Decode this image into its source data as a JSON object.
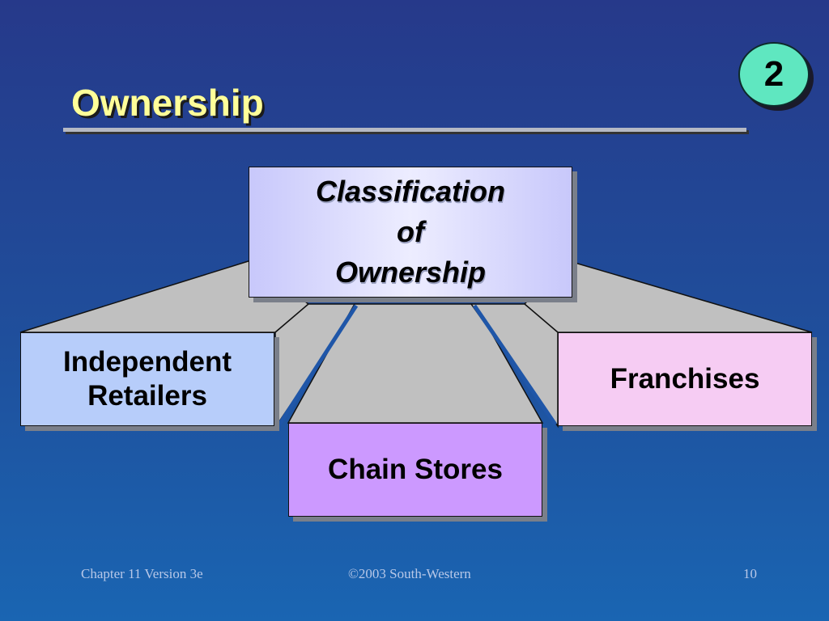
{
  "slide": {
    "title": "Ownership",
    "badge_number": "2"
  },
  "diagram": {
    "root": {
      "line1": "Classification",
      "line2": "of",
      "line3": "Ownership"
    },
    "children": {
      "independent_line1": "Independent",
      "independent_line2": "Retailers",
      "chain": "Chain Stores",
      "franchises": "Franchises"
    },
    "colors": {
      "independent": "#b7cdfa",
      "chain": "#cc99ff",
      "franchises": "#f6ccf3",
      "connector": "#c0c0c0",
      "title": "#ffff99",
      "badge": "#5fe7c0"
    }
  },
  "footer": {
    "left": "Chapter 11 Version 3e",
    "center": "©2003 South-Western",
    "right": "10"
  }
}
